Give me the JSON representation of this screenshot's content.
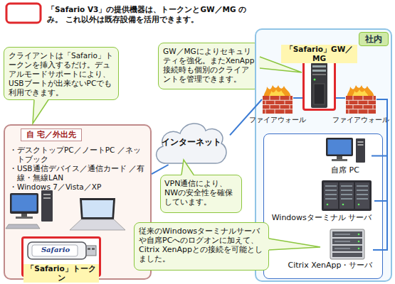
{
  "diagram": {
    "nodes": [
      {
        "text": [
          "クライアントは「Safario」トークンを挿入するだけ。デュアルモードサポートにより、USBブートが出来ないPCでも利用できます。"
        ]
      },
      {
        "text": [
          "GW／MGによりセキュリティを強化。またXenApp接続時も個別のクライアントを管理できます。"
        ]
      },
      {
        "text": [
          "社内"
        ]
      },
      {
        "text": [
          "「Safario」GW／MG"
        ],
        "in": 2
      },
      {
        "text": [
          "ファイアウォール"
        ],
        "in": 2
      },
      {
        "text": [
          "ファイアウォール"
        ],
        "in": 2
      },
      {
        "text": [
          "自 宅／外出先",
          "・デスクトップPC／ノートPC ／ネットブック",
          "・USB通信デバイス／通信カード ／有線・無線LAN",
          "・Windows 7／Vista／XP"
        ]
      },
      {
        "text": [
          "「Safario」トークン"
        ],
        "in": 6
      },
      {
        "text": [
          "インターネット"
        ]
      },
      {
        "text": [
          "VPN通信により、NWの安全性を確保しています。"
        ]
      },
      {
        "text": [
          "自席 PC"
        ],
        "in": 2
      },
      {
        "text": [
          "Windowsターミナル サーバ"
        ],
        "in": 2
      },
      {
        "text": [
          "Citrix XenApp・サーバ"
        ],
        "in": 2
      },
      {
        "text": [
          "従来のWindowsターミナルサーバや自席PCへのログオンに加えて、Citrix XenAppとの接続を可能としました。"
        ]
      }
    ],
    "edges": [
      {
        "from": 6,
        "to": 8,
        "arrow": "none"
      },
      {
        "from": 8,
        "to": 4,
        "arrow": "none"
      },
      {
        "from": 4,
        "to": 3,
        "arrow": "none"
      },
      {
        "from": 3,
        "to": 5,
        "arrow": "none"
      },
      {
        "from": 5,
        "to": 10,
        "arrow": "none"
      },
      {
        "from": 5,
        "to": 11,
        "arrow": "none"
      },
      {
        "from": 5,
        "to": 12,
        "arrow": "none"
      }
    ],
    "labels": [
      "Safario"
    ],
    "legend": [
      {
        "text": "「Safario V3」の提供機器は、トークンとGW／MG のみ。 これ以外は既存設備を活用できます。"
      }
    ]
  }
}
